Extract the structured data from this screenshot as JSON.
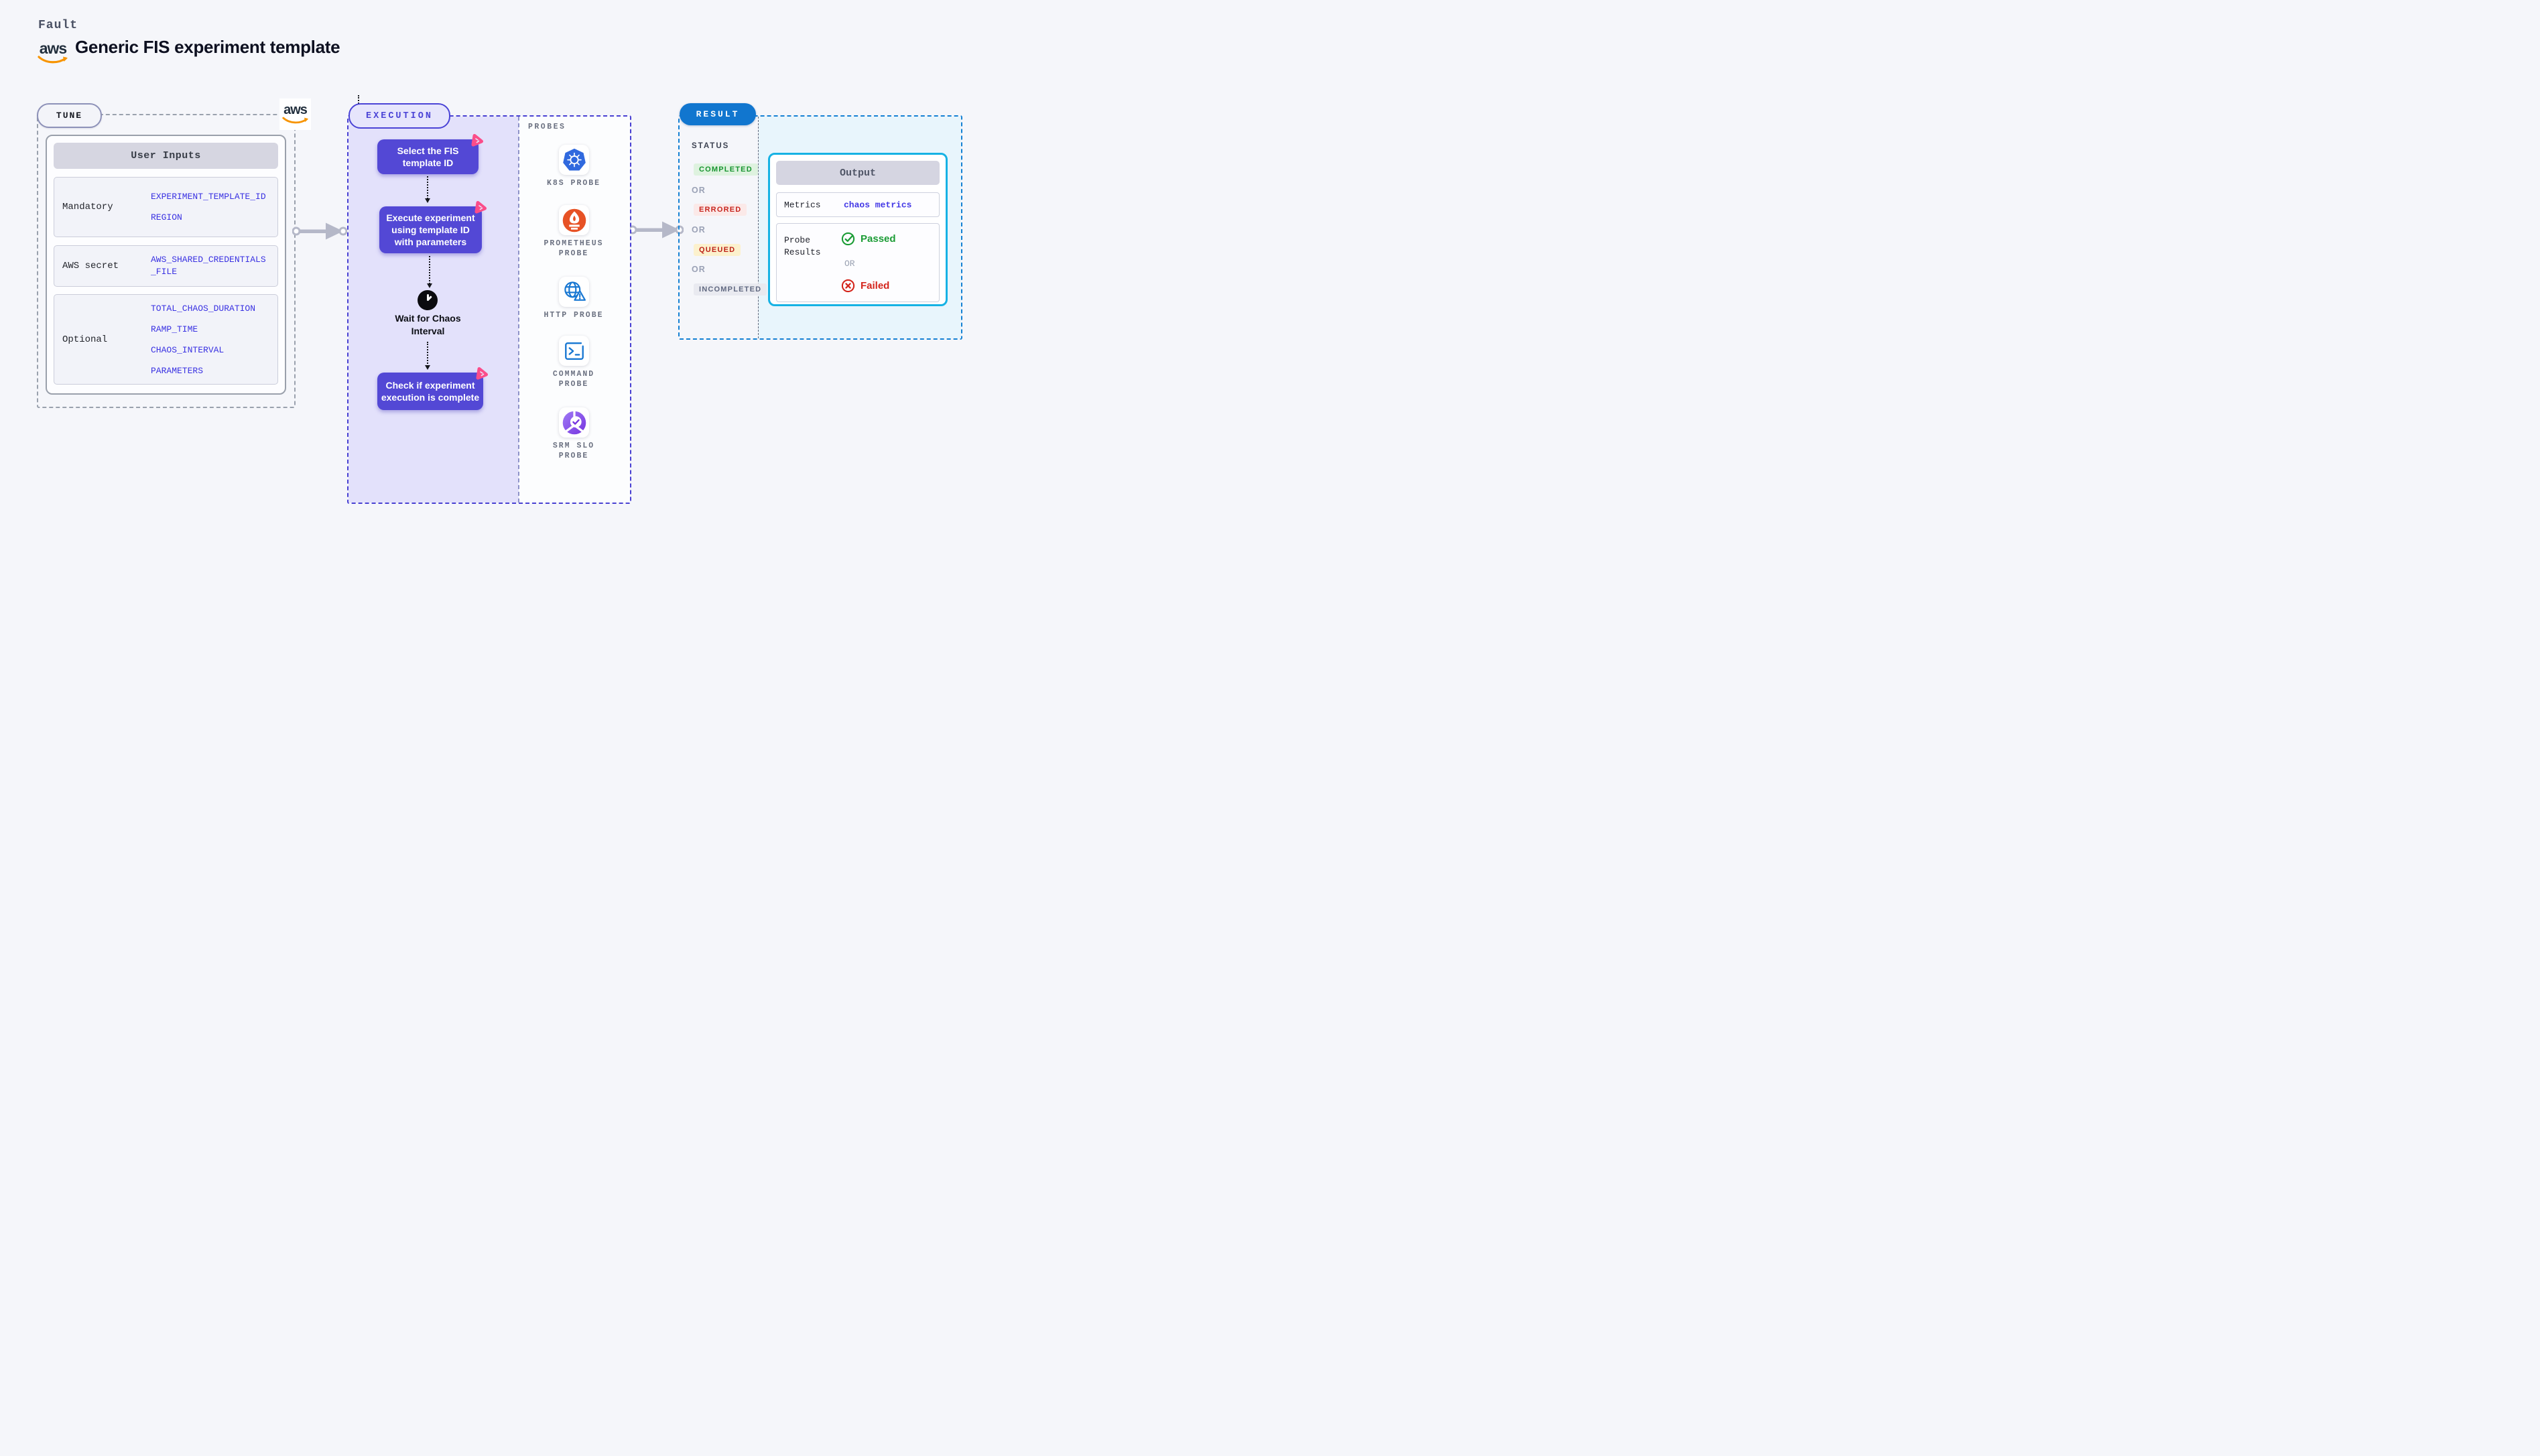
{
  "header": {
    "brand": "Fault",
    "aws_logo_text": "aws",
    "title": "Generic FIS experiment template"
  },
  "tune": {
    "label": "TUNE",
    "table": {
      "header": "User Inputs",
      "rows": [
        {
          "label": "Mandatory",
          "values": "EXPERIMENT_TEMPLATE_ID\nREGION"
        },
        {
          "label": "AWS secret",
          "values": "AWS_SHARED_CREDENTIALS\n_FILE"
        },
        {
          "label": "Optional",
          "values": "TOTAL_CHAOS_DURATION\nRAMP_TIME\nCHAOS_INTERVAL\nPARAMETERS"
        }
      ]
    }
  },
  "execution": {
    "label": "EXECUTION",
    "nodes": [
      {
        "text": "Select the FIS\ntemplate ID"
      },
      {
        "text": "Execute experiment\nusing template ID\nwith parameters"
      },
      {
        "text": "Check if experiment\nexecution is complete"
      }
    ],
    "wait_label": "Wait for Chaos\nInterval"
  },
  "probes": {
    "label": "PROBES",
    "items": [
      {
        "icon": "kubernetes-icon",
        "label": "K8S PROBE"
      },
      {
        "icon": "prometheus-icon",
        "label": "PROMETHEUS\nPROBE"
      },
      {
        "icon": "http-globe-icon",
        "label": "HTTP PROBE"
      },
      {
        "icon": "terminal-icon",
        "label": "COMMAND\nPROBE"
      },
      {
        "icon": "slo-pie-icon",
        "label": "SRM SLO\nPROBE"
      }
    ]
  },
  "result": {
    "label": "RESULT",
    "status_title": "STATUS",
    "statuses": [
      {
        "label": "COMPLETED",
        "bg": "#def2df",
        "fg": "#17942f"
      },
      {
        "label": "ERRORED",
        "bg": "#fbe9e8",
        "fg": "#c7251e"
      },
      {
        "label": "QUEUED",
        "bg": "#fcf1cd",
        "fg": "#bd2218"
      },
      {
        "label": "INCOMPLETED",
        "bg": "#e9eaf0",
        "fg": "#606880"
      }
    ],
    "or_label": "OR",
    "output": {
      "header": "Output",
      "metrics_label": "Metrics",
      "metrics_value": "chaos metrics",
      "probe_results_label": "Probe\nResults",
      "passed_label": "Passed",
      "failed_label": "Failed"
    }
  },
  "colors": {
    "accent_indigo": "#5348d5",
    "accent_pink": "#fb4d8a",
    "accent_blue": "#1176cf",
    "accent_cyan": "#16b2e4",
    "value_blue": "#3931e2",
    "passed_green": "#1b9c35",
    "failed_red": "#d4251c"
  }
}
